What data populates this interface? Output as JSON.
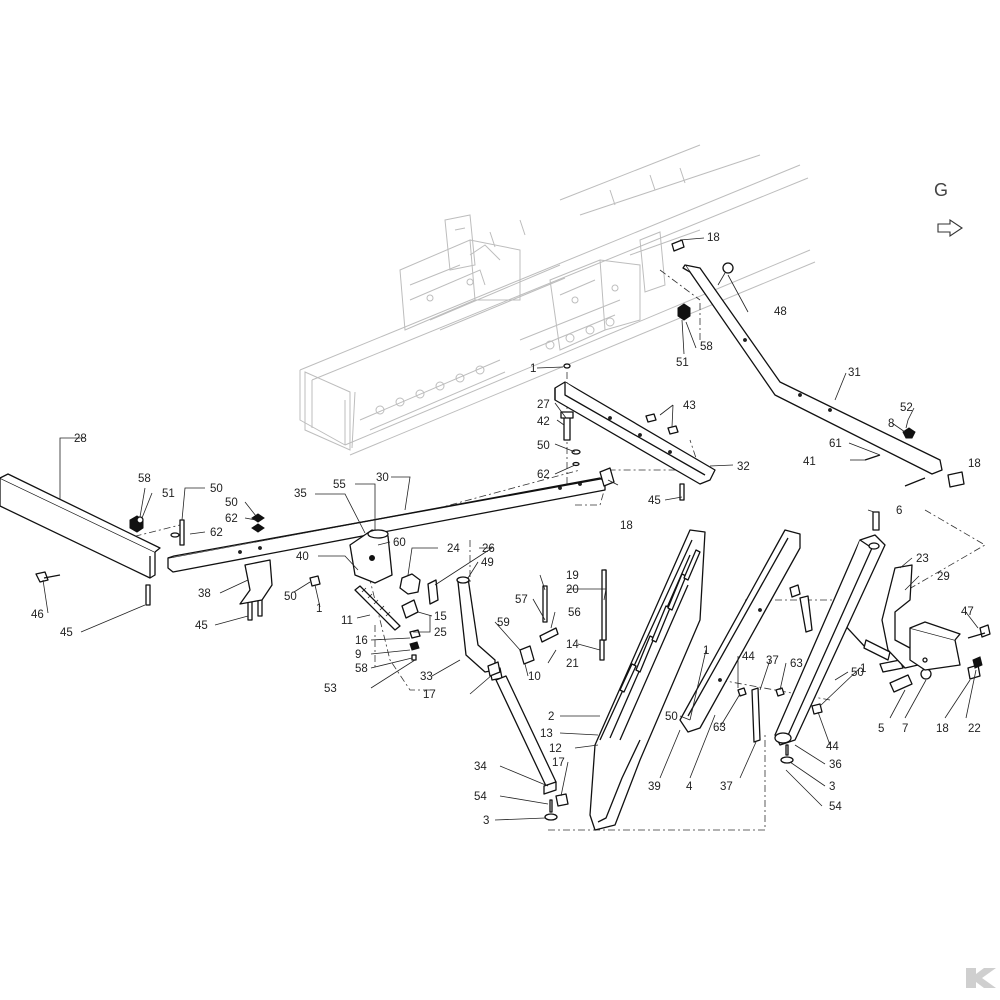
{
  "diagram": {
    "section_letter": "G",
    "arrow_icon": "direction-arrow-icon",
    "logo_icon": "brand-k-logo-icon",
    "callouts": [
      {
        "id": "c18a",
        "text": "18"
      },
      {
        "id": "c48",
        "text": "48"
      },
      {
        "id": "c58a",
        "text": "58"
      },
      {
        "id": "c51a",
        "text": "51"
      },
      {
        "id": "c31",
        "text": "31"
      },
      {
        "id": "c1a",
        "text": "1"
      },
      {
        "id": "c27",
        "text": "27"
      },
      {
        "id": "c43",
        "text": "43"
      },
      {
        "id": "c42",
        "text": "42"
      },
      {
        "id": "c52",
        "text": "52"
      },
      {
        "id": "c8",
        "text": "8"
      },
      {
        "id": "c61",
        "text": "61"
      },
      {
        "id": "c41",
        "text": "41"
      },
      {
        "id": "c18b",
        "text": "18"
      },
      {
        "id": "c50a",
        "text": "50"
      },
      {
        "id": "c62a",
        "text": "62"
      },
      {
        "id": "c32",
        "text": "32"
      },
      {
        "id": "c28",
        "text": "28"
      },
      {
        "id": "c30",
        "text": "30"
      },
      {
        "id": "c45a",
        "text": "45"
      },
      {
        "id": "c18c",
        "text": "18"
      },
      {
        "id": "c58b",
        "text": "58"
      },
      {
        "id": "c51b",
        "text": "51"
      },
      {
        "id": "c50b",
        "text": "50"
      },
      {
        "id": "c50c",
        "text": "50"
      },
      {
        "id": "c62b",
        "text": "62"
      },
      {
        "id": "c62c",
        "text": "62"
      },
      {
        "id": "c35",
        "text": "35"
      },
      {
        "id": "c55",
        "text": "55"
      },
      {
        "id": "c60",
        "text": "60"
      },
      {
        "id": "c6",
        "text": "6"
      },
      {
        "id": "c24",
        "text": "24"
      },
      {
        "id": "c26",
        "text": "26"
      },
      {
        "id": "c23",
        "text": "23"
      },
      {
        "id": "c29",
        "text": "29"
      },
      {
        "id": "c40",
        "text": "40"
      },
      {
        "id": "c49",
        "text": "49"
      },
      {
        "id": "c19",
        "text": "19"
      },
      {
        "id": "c20",
        "text": "20"
      },
      {
        "id": "c38",
        "text": "38"
      },
      {
        "id": "c50d",
        "text": "50"
      },
      {
        "id": "c46",
        "text": "46"
      },
      {
        "id": "c45b",
        "text": "45"
      },
      {
        "id": "c45c",
        "text": "45"
      },
      {
        "id": "c1b",
        "text": "1"
      },
      {
        "id": "c15",
        "text": "15"
      },
      {
        "id": "c57",
        "text": "57"
      },
      {
        "id": "c56",
        "text": "56"
      },
      {
        "id": "c47",
        "text": "47"
      },
      {
        "id": "c11",
        "text": "11"
      },
      {
        "id": "c16",
        "text": "16"
      },
      {
        "id": "c25",
        "text": "25"
      },
      {
        "id": "c59",
        "text": "59"
      },
      {
        "id": "c14",
        "text": "14"
      },
      {
        "id": "c9",
        "text": "9"
      },
      {
        "id": "c21",
        "text": "21"
      },
      {
        "id": "c58c",
        "text": "58"
      },
      {
        "id": "c44a",
        "text": "44"
      },
      {
        "id": "c37a",
        "text": "37"
      },
      {
        "id": "c63a",
        "text": "63"
      },
      {
        "id": "c1c",
        "text": "1"
      },
      {
        "id": "c1d",
        "text": "1"
      },
      {
        "id": "c50e",
        "text": "50"
      },
      {
        "id": "c53",
        "text": "53"
      },
      {
        "id": "c10",
        "text": "10"
      },
      {
        "id": "c33",
        "text": "33"
      },
      {
        "id": "c17a",
        "text": "17"
      },
      {
        "id": "c5",
        "text": "5"
      },
      {
        "id": "c7",
        "text": "7"
      },
      {
        "id": "c18d",
        "text": "18"
      },
      {
        "id": "c22",
        "text": "22"
      },
      {
        "id": "c50f",
        "text": "50"
      },
      {
        "id": "c2",
        "text": "2"
      },
      {
        "id": "c13",
        "text": "13"
      },
      {
        "id": "c63b",
        "text": "63"
      },
      {
        "id": "c44b",
        "text": "44"
      },
      {
        "id": "c12",
        "text": "12"
      },
      {
        "id": "c36",
        "text": "36"
      },
      {
        "id": "c34",
        "text": "34"
      },
      {
        "id": "c17b",
        "text": "17"
      },
      {
        "id": "c39",
        "text": "39"
      },
      {
        "id": "c4",
        "text": "4"
      },
      {
        "id": "c37b",
        "text": "37"
      },
      {
        "id": "c3a",
        "text": "3"
      },
      {
        "id": "c54a",
        "text": "54"
      },
      {
        "id": "c54b",
        "text": "54"
      },
      {
        "id": "c3b",
        "text": "3"
      }
    ]
  }
}
